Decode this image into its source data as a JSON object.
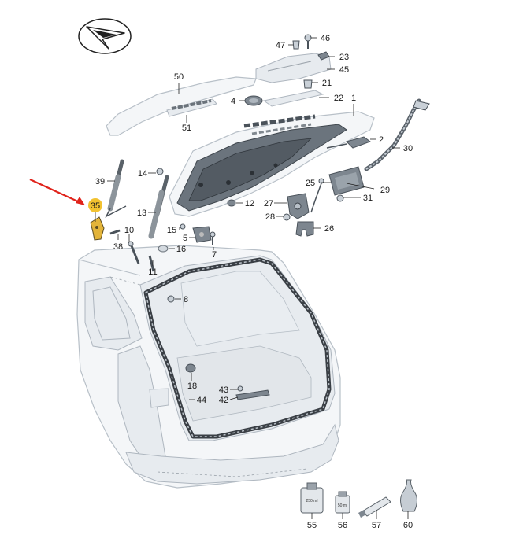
{
  "diagram": {
    "highlight_color": "#f2c230",
    "arrow_color": "#e0231b",
    "highlighted_part": "35",
    "parts": [
      {
        "id": "p1",
        "label": "1"
      },
      {
        "id": "p2",
        "label": "2"
      },
      {
        "id": "p4",
        "label": "4"
      },
      {
        "id": "p5",
        "label": "5"
      },
      {
        "id": "p7",
        "label": "7"
      },
      {
        "id": "p8",
        "label": "8"
      },
      {
        "id": "p10",
        "label": "10"
      },
      {
        "id": "p11",
        "label": "11"
      },
      {
        "id": "p12",
        "label": "12"
      },
      {
        "id": "p13",
        "label": "13"
      },
      {
        "id": "p14",
        "label": "14"
      },
      {
        "id": "p15",
        "label": "15"
      },
      {
        "id": "p16",
        "label": "16"
      },
      {
        "id": "p18",
        "label": "18"
      },
      {
        "id": "p21",
        "label": "21"
      },
      {
        "id": "p22",
        "label": "22"
      },
      {
        "id": "p23",
        "label": "23"
      },
      {
        "id": "p25",
        "label": "25"
      },
      {
        "id": "p26",
        "label": "26"
      },
      {
        "id": "p27",
        "label": "27"
      },
      {
        "id": "p28",
        "label": "28"
      },
      {
        "id": "p29",
        "label": "29"
      },
      {
        "id": "p30",
        "label": "30"
      },
      {
        "id": "p31",
        "label": "31"
      },
      {
        "id": "p35",
        "label": "35"
      },
      {
        "id": "p38",
        "label": "38"
      },
      {
        "id": "p39",
        "label": "39"
      },
      {
        "id": "p42",
        "label": "42"
      },
      {
        "id": "p43",
        "label": "43"
      },
      {
        "id": "p44",
        "label": "44"
      },
      {
        "id": "p45",
        "label": "45"
      },
      {
        "id": "p46",
        "label": "46"
      },
      {
        "id": "p47",
        "label": "47"
      },
      {
        "id": "p50",
        "label": "50"
      },
      {
        "id": "p51",
        "label": "51"
      },
      {
        "id": "p55",
        "label": "55"
      },
      {
        "id": "p56",
        "label": "56"
      },
      {
        "id": "p57",
        "label": "57"
      },
      {
        "id": "p60",
        "label": "60"
      }
    ],
    "container_markings": {
      "p55": "250 ml",
      "p56": "50 ml"
    }
  }
}
